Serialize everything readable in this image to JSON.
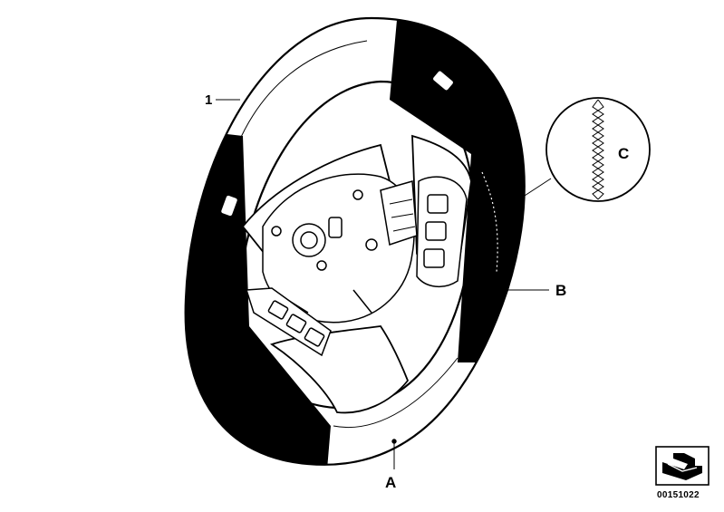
{
  "labels": {
    "part_1": "1",
    "A": "A",
    "B": "B",
    "C": "C"
  },
  "part_number": "00151022",
  "colors": {
    "ink": "#000000",
    "paper": "#ffffff"
  },
  "icons": {
    "nav": "next-page-arrow-icon"
  }
}
